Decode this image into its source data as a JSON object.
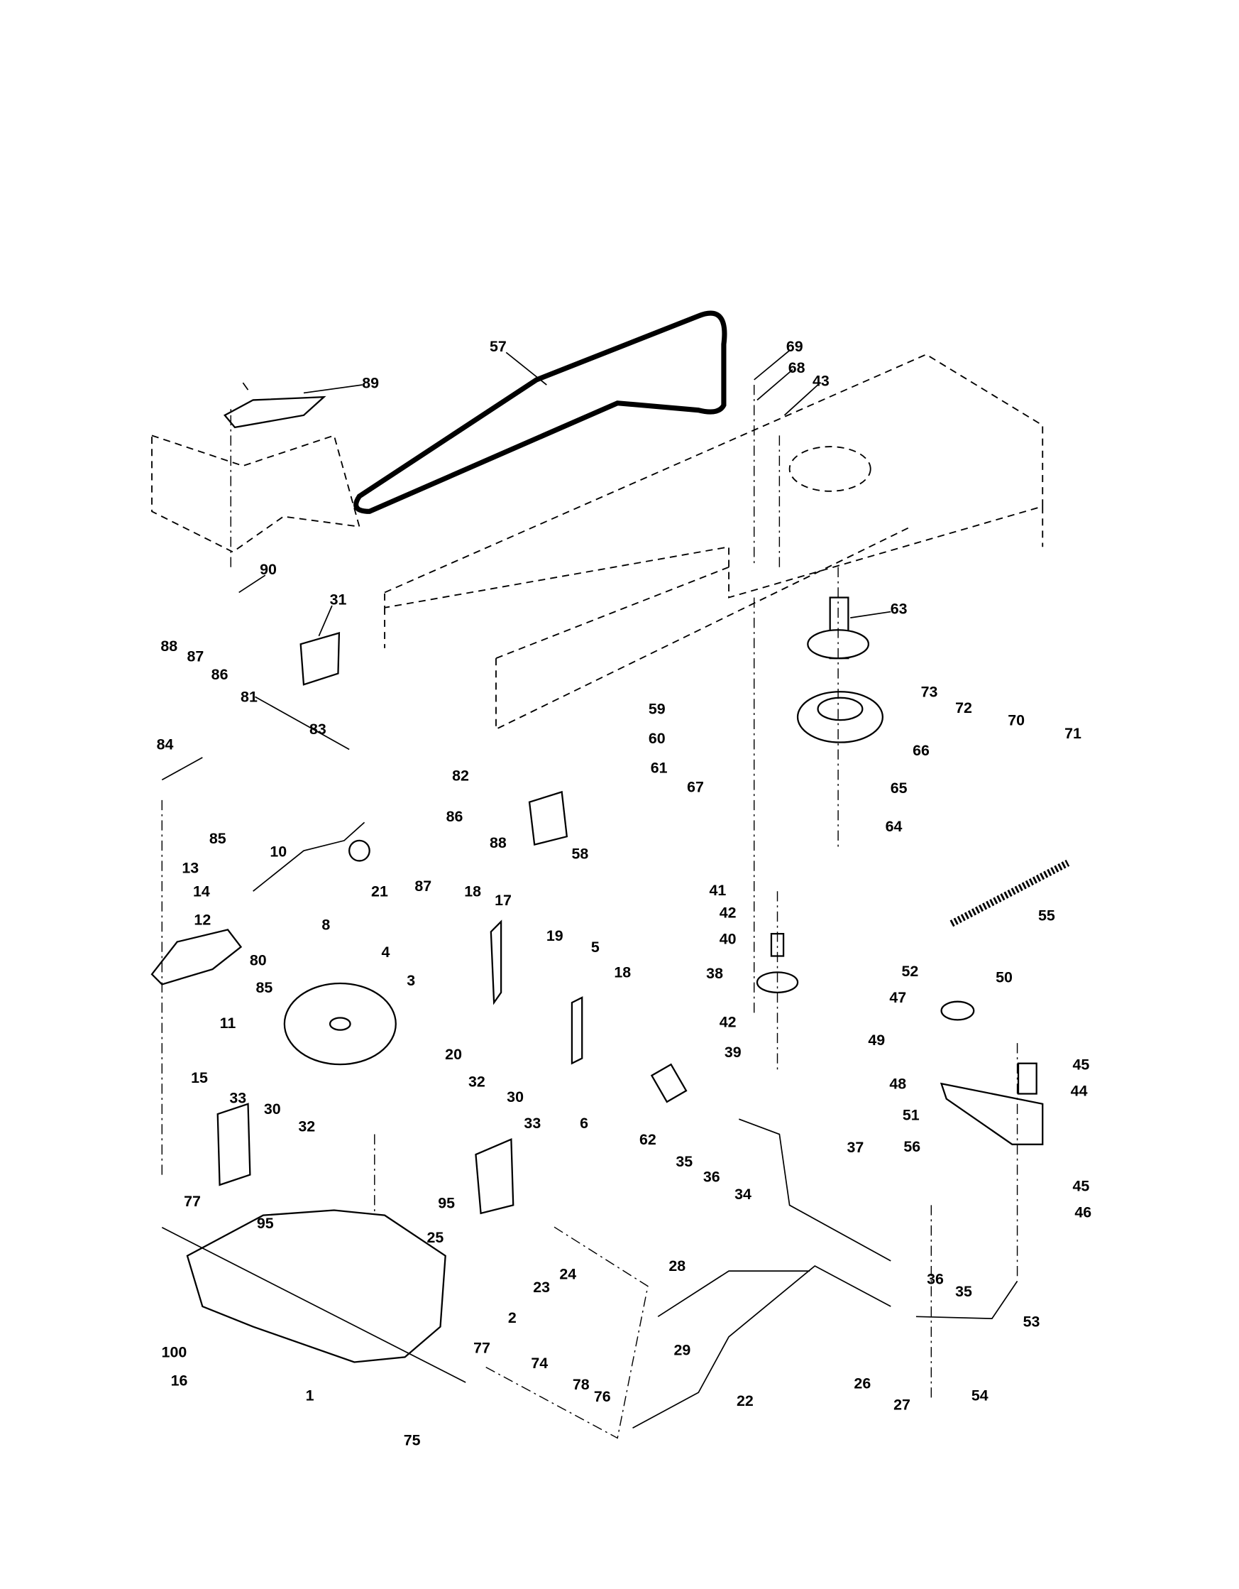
{
  "diagram": {
    "callouts": [
      "57",
      "69",
      "68",
      "43",
      "89",
      "90",
      "31",
      "63",
      "88",
      "87",
      "86",
      "81",
      "83",
      "73",
      "72",
      "70",
      "71",
      "59",
      "60",
      "61",
      "66",
      "82",
      "67",
      "65",
      "84",
      "86",
      "88",
      "58",
      "64",
      "85",
      "10",
      "21",
      "87",
      "13",
      "14",
      "12",
      "8",
      "41",
      "55",
      "42",
      "18",
      "17",
      "19",
      "5",
      "80",
      "40",
      "4",
      "3",
      "85",
      "52",
      "50",
      "18",
      "38",
      "47",
      "11",
      "20",
      "42",
      "39",
      "49",
      "45",
      "15",
      "44",
      "48",
      "6",
      "32",
      "30",
      "33",
      "30",
      "32",
      "33",
      "62",
      "35",
      "36",
      "34",
      "51",
      "56",
      "37",
      "45",
      "46",
      "77",
      "95",
      "95",
      "25",
      "24",
      "23",
      "28",
      "36",
      "35",
      "2",
      "53",
      "100",
      "77",
      "29",
      "26",
      "74",
      "16",
      "1",
      "22",
      "27",
      "54",
      "78",
      "76",
      "75"
    ]
  }
}
